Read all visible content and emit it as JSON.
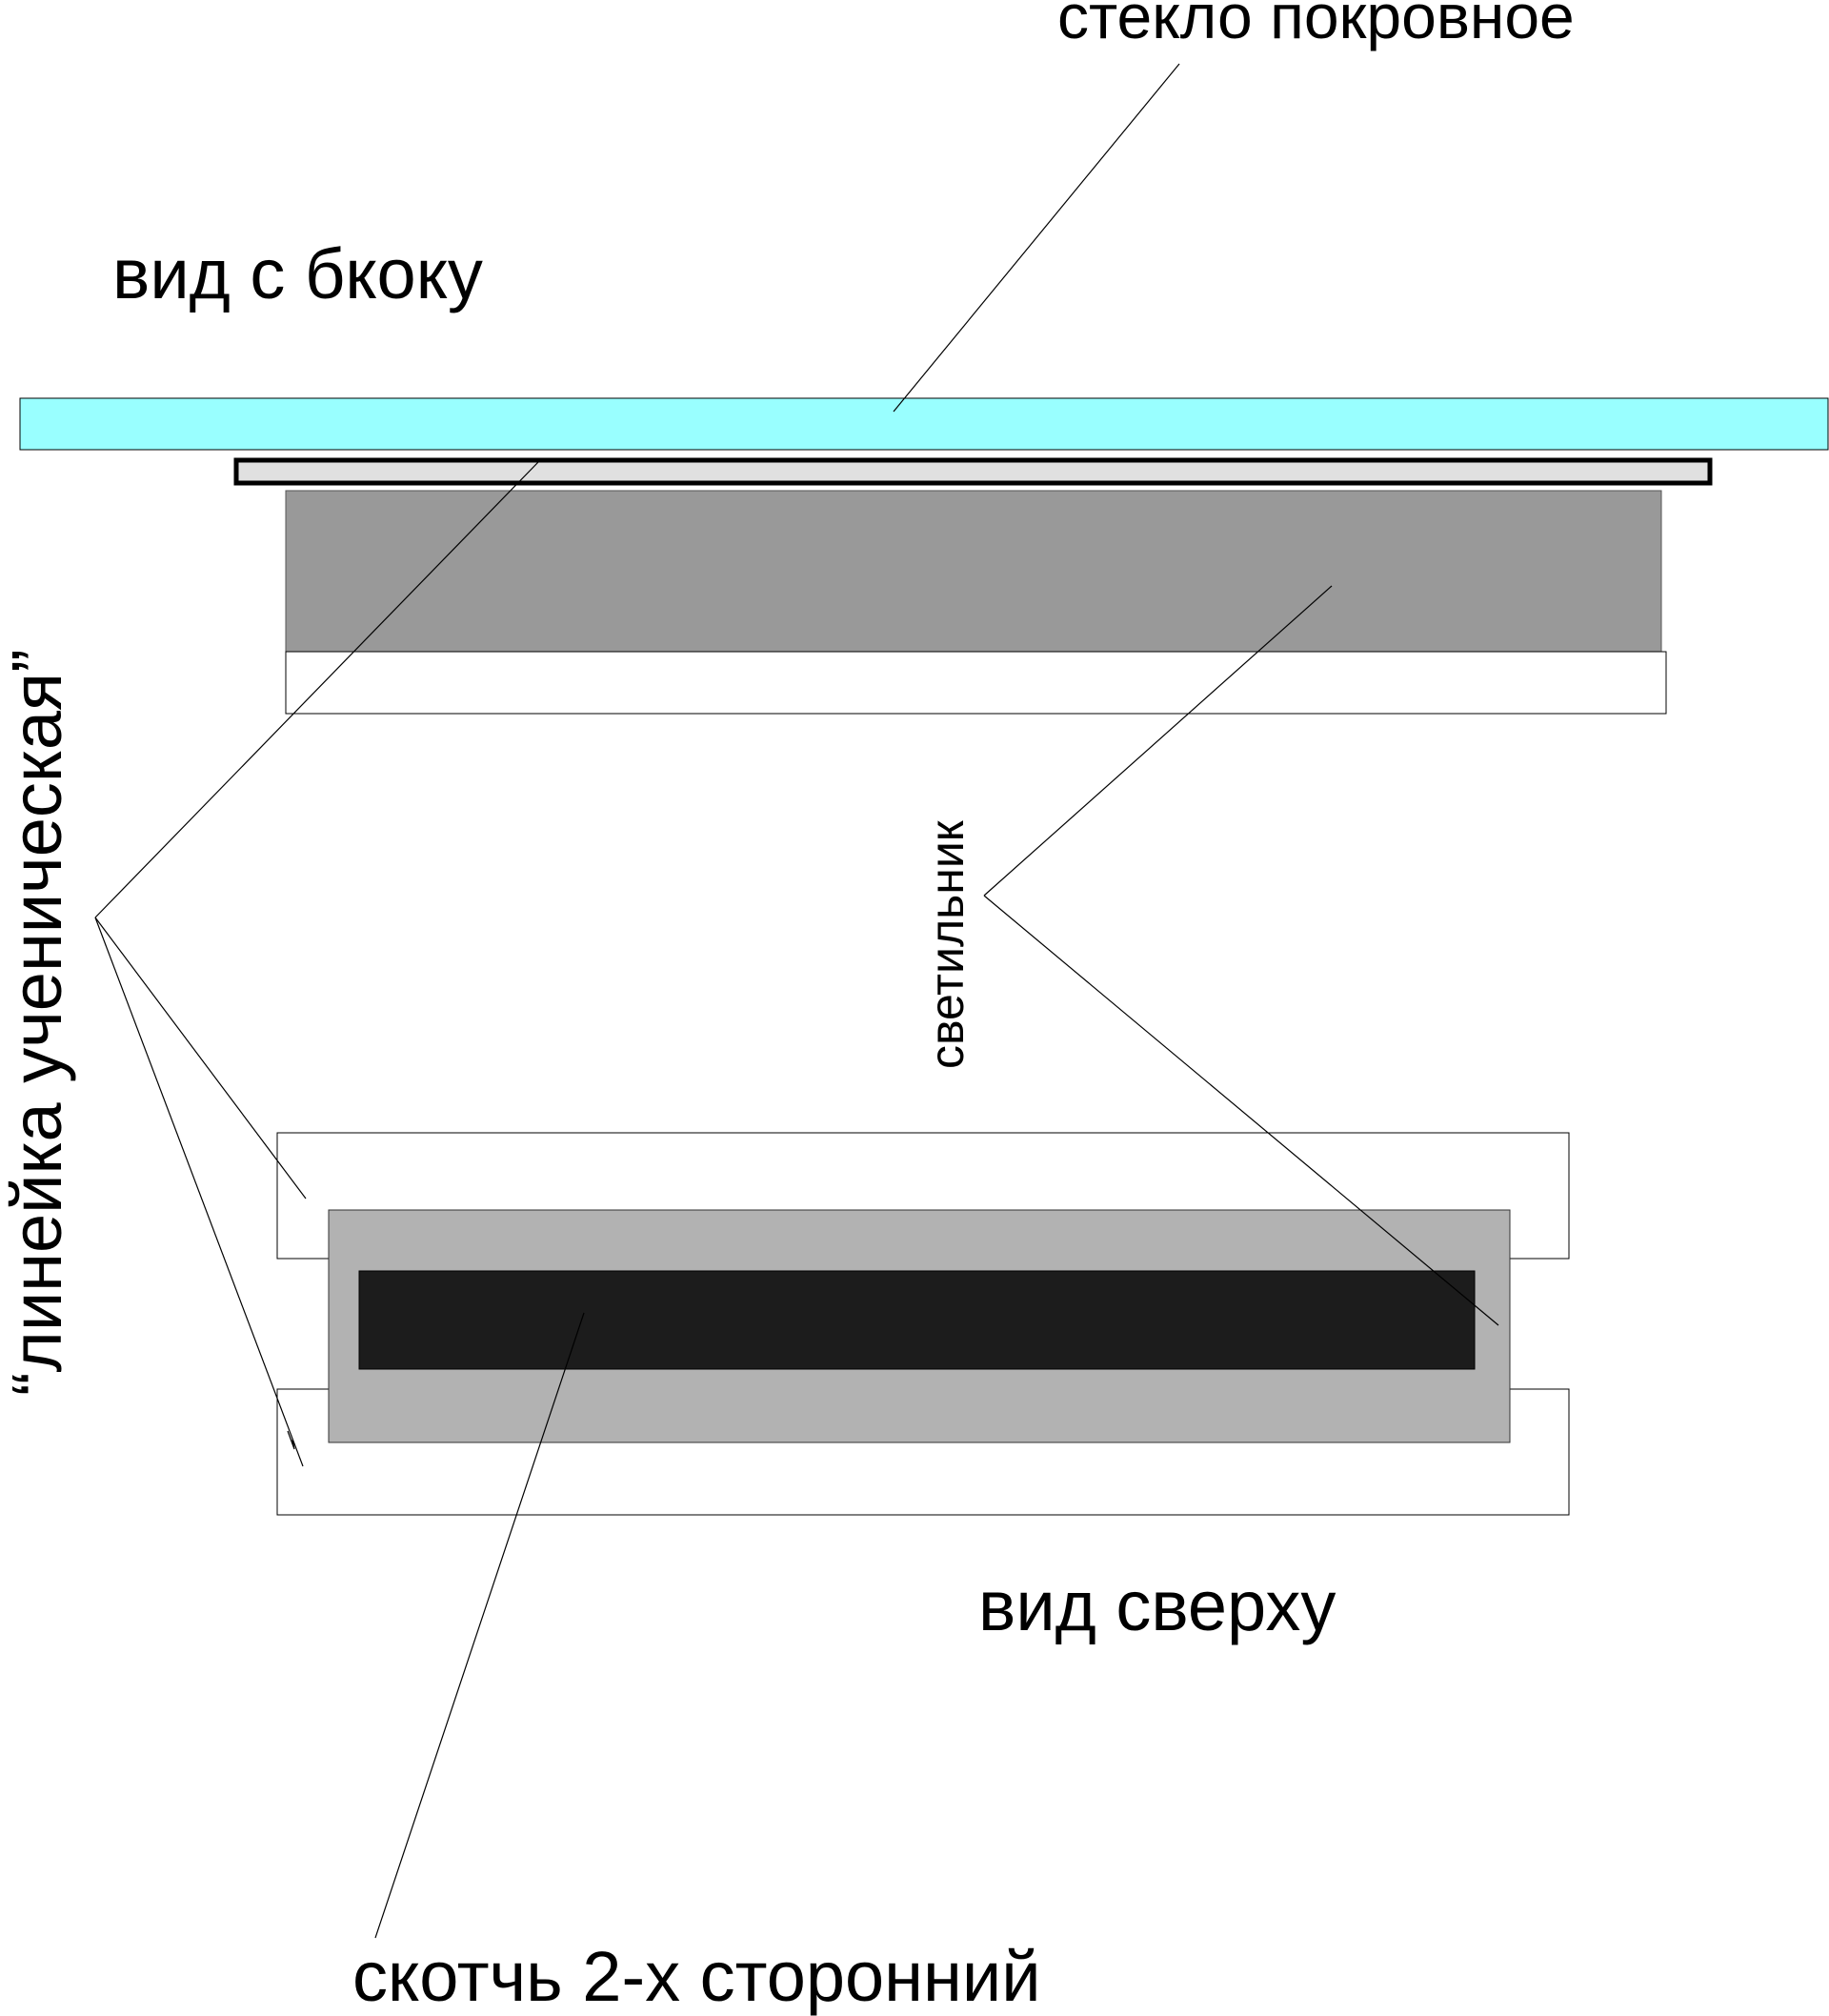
{
  "labels": {
    "cover_glass": "стекло покровное",
    "side_view": "вид с бкоку",
    "ruler": "“линейка ученическая”",
    "lamp": "светильник",
    "top_view": "вид сверху",
    "tape": "скотчь 2-х сторонний"
  },
  "colors": {
    "cover_glass_fill": "#99FFFF",
    "ruler_side_fill": "#E0E0E0",
    "lamp_side_fill": "#999999",
    "tape_top_fill": "#B2B2B2",
    "lamp_top_fill": "#1C1C1C",
    "outline": "#000000"
  }
}
